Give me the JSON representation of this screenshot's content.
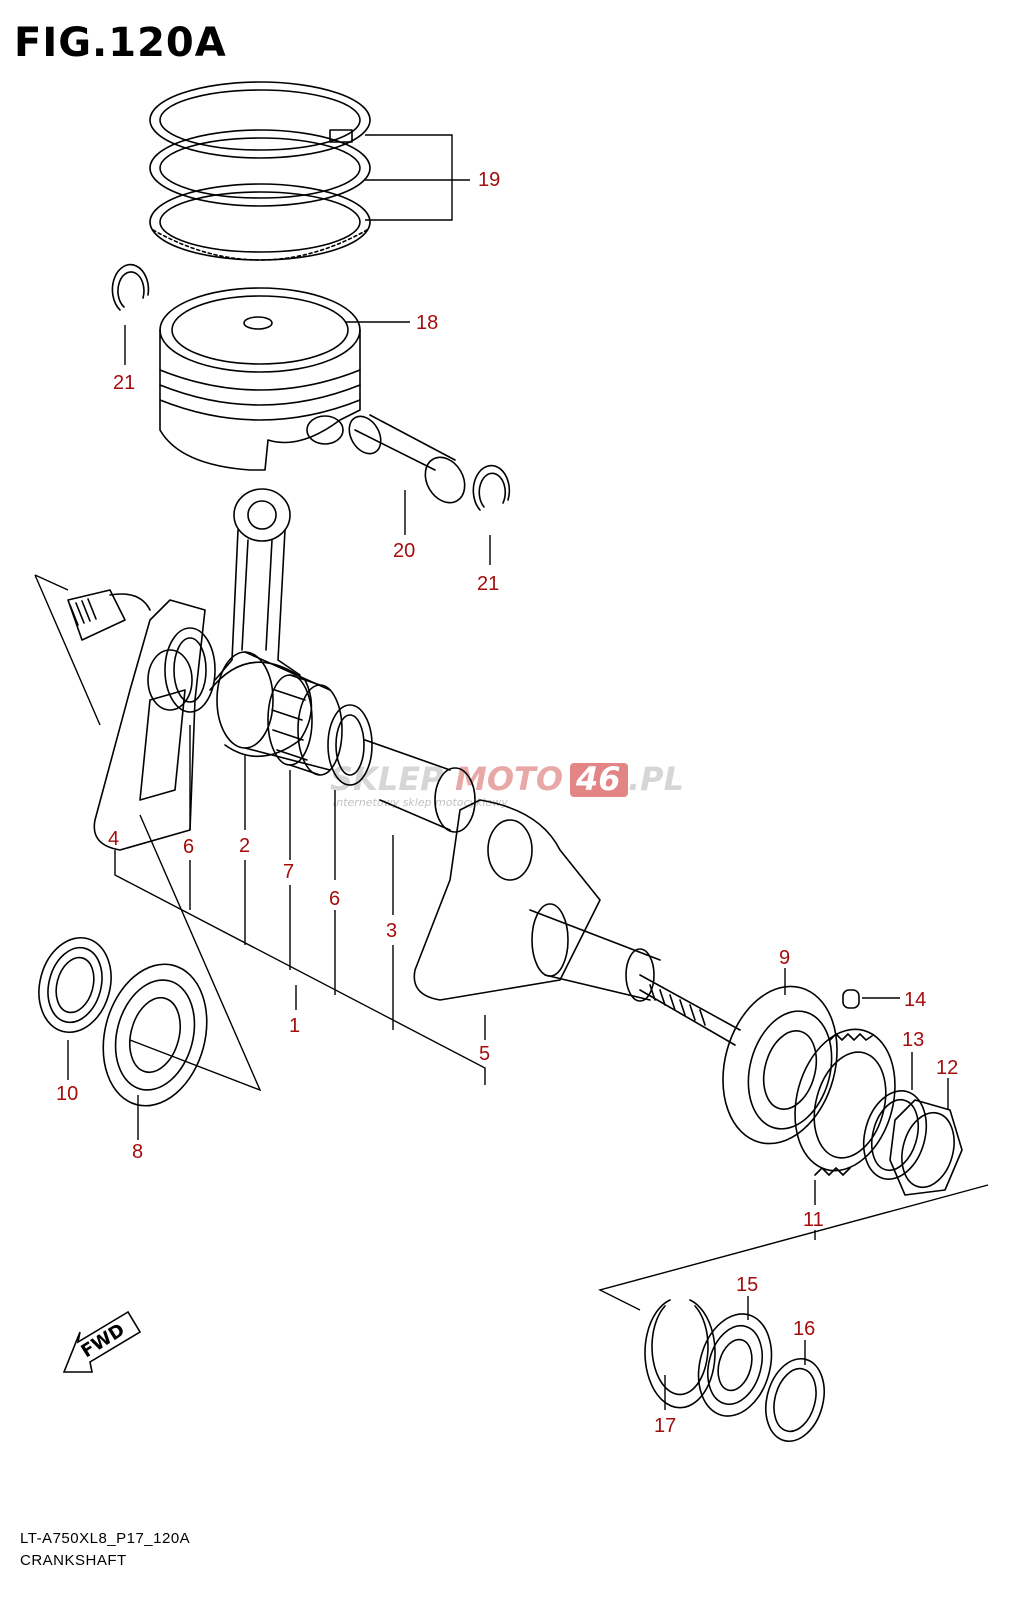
{
  "figure": {
    "title": "FIG.120A",
    "code": "LT-A750XL8_P17_120A",
    "name": "CRANKSHAFT"
  },
  "watermark": {
    "brand_left": "SKLEP",
    "brand_mid": "MOTO",
    "brand_num": "46",
    "brand_right": ".PL",
    "subtitle": "Internetowy sklep motocyklowy"
  },
  "fwd_label": "FWD",
  "callouts": {
    "c1": "1",
    "c2": "2",
    "c3": "3",
    "c4": "4",
    "c5": "5",
    "c6a": "6",
    "c6b": "6",
    "c7": "7",
    "c8": "8",
    "c9": "9",
    "c10": "10",
    "c11": "11",
    "c12": "12",
    "c13": "13",
    "c14": "14",
    "c15": "15",
    "c16": "16",
    "c17": "17",
    "c18": "18",
    "c19": "19",
    "c20": "20",
    "c21a": "21",
    "c21b": "21"
  },
  "colors": {
    "callout": "#a30d0d",
    "line": "#000000",
    "watermark_gray": "#c8c8c8",
    "watermark_red": "#e06a6a"
  }
}
